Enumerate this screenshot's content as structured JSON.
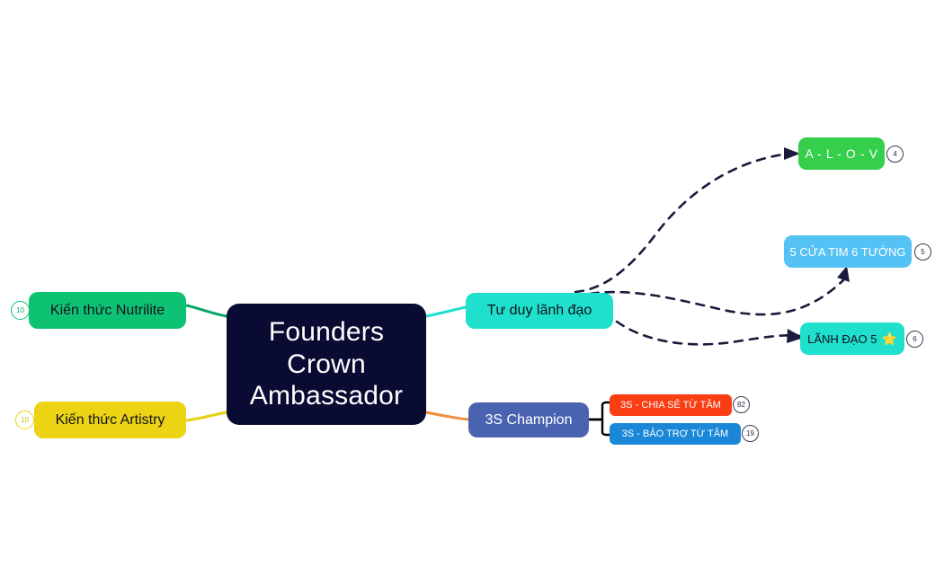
{
  "diagram": {
    "type": "mindmap",
    "root": {
      "label": "Founders Crown Ambassador",
      "line1": "Founders",
      "line2": "Crown",
      "line3": "Ambassador",
      "color": "#0a0b33",
      "text_color": "#ffffff"
    },
    "left_branches": [
      {
        "id": "nutrilite",
        "label": "Kiến thức Nutrilite",
        "badge": "10",
        "color": "#0ec273"
      },
      {
        "id": "artistry",
        "label": "Kiến thức Artistry",
        "badge": "10",
        "color": "#ecd415"
      }
    ],
    "right_branches": [
      {
        "id": "tuduy",
        "label": "Tư duy lãnh đạo",
        "color": "#1fdfcd",
        "children": [
          {
            "id": "alov",
            "label": "A - L - O - V",
            "badge": "4",
            "color": "#35cf4b"
          },
          {
            "id": "5cua",
            "label": "5 CỬA TIM 6 TƯỚNG",
            "badge": "5",
            "color": "#55c2f5"
          },
          {
            "id": "lanhdao",
            "label": "LÃNH ĐẠO 5",
            "icon": "star-icon",
            "icon_glyph": "⭐",
            "badge": "6",
            "color": "#1fdfcd"
          }
        ]
      },
      {
        "id": "champion",
        "label": "3S Champion",
        "color": "#4a63b0",
        "children": [
          {
            "id": "chiase",
            "label": "3S - CHIA SẺ TỪ TÂM",
            "badge": "82",
            "color": "#f93e14"
          },
          {
            "id": "baotro",
            "label": "3S - BẢO TRỢ TỪ TÂM",
            "badge": "19",
            "color": "#1b87d8"
          }
        ]
      }
    ],
    "connector_colors": {
      "nutrilite": "#0ba567",
      "artistry": "#e8cf14",
      "tuduy": "#1fdfcd",
      "champion": "#ef8e3c",
      "dashed": "#1a1b3d",
      "bracket": "#000000"
    }
  }
}
